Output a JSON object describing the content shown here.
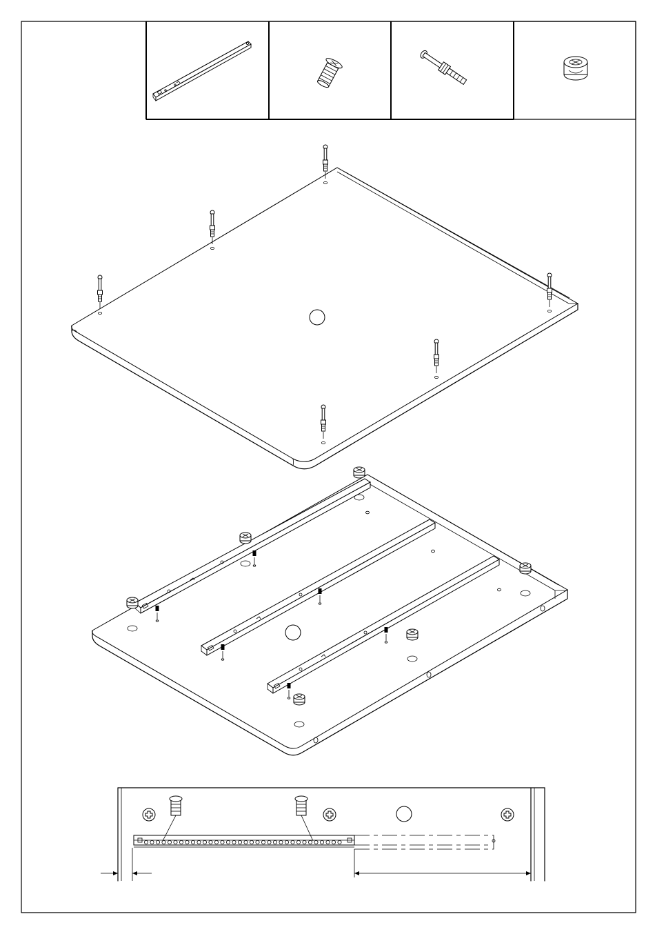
{
  "diagram": {
    "hardware_parts": [
      {
        "id": "part-1",
        "icon": "drawer-runner-icon"
      },
      {
        "id": "part-2",
        "icon": "euro-screw-icon"
      },
      {
        "id": "part-3",
        "icon": "cam-bolt-icon"
      },
      {
        "id": "part-4",
        "icon": "cam-lock-icon"
      }
    ],
    "step_markers": {
      "top_panel": "",
      "bottom_panel": "",
      "detail_view": ""
    },
    "colors": {
      "line": "#000000",
      "background": "#ffffff"
    }
  }
}
